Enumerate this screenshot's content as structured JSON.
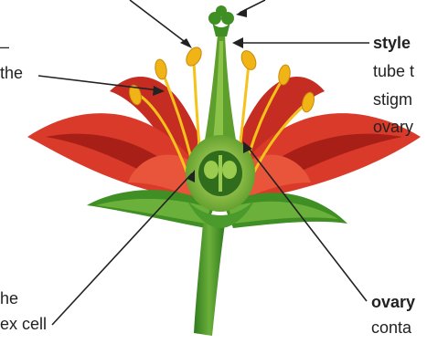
{
  "labels": {
    "left_dash": "–",
    "left_the": "the",
    "left_bottom_1": "he",
    "left_bottom_2": "ex cell",
    "style_title": "style",
    "style_desc_1": "tube t",
    "style_desc_2": "stigm",
    "style_desc_3": "ovary",
    "ovary_title": "ovary",
    "ovary_desc": "conta"
  },
  "colors": {
    "petal": "#d93a2a",
    "petal_dark": "#a71f16",
    "petal_light": "#f26a47",
    "stem_green": "#4a9a2c",
    "leaf_green": "#3f8f24",
    "pistil_green": "#7fb83a",
    "ovary_dark": "#2f6d1c",
    "filament": "#f4c21a",
    "anther": "#f0b416",
    "line": "#222222"
  }
}
